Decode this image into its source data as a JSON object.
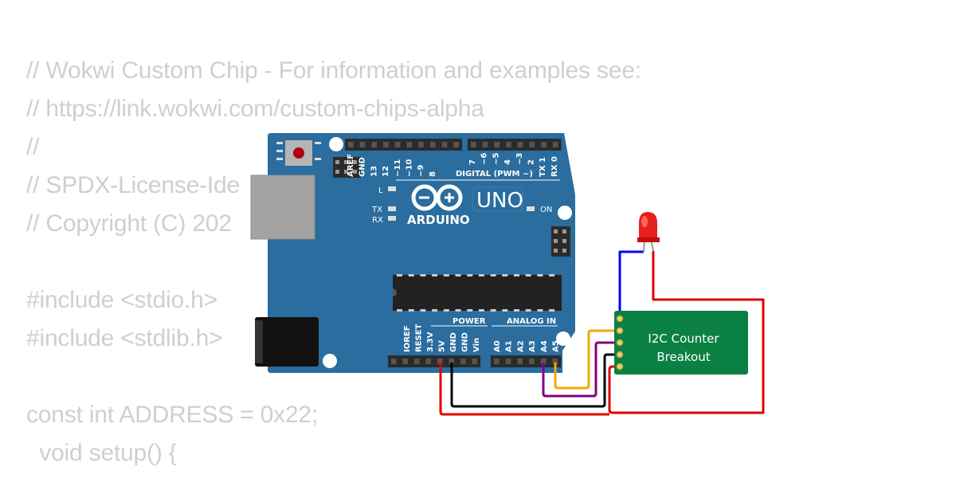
{
  "code_lines": [
    "// Wokwi Custom Chip - For information and examples see:",
    "// https://link.wokwi.com/custom-chips-alpha",
    "//",
    "// SPDX-License-Ide",
    "// Copyright (C) 202",
    "",
    "#include <stdio.h>",
    "#include <stdlib.h>",
    "",
    "const int ADDRESS = 0x22;",
    "  void setup() {"
  ],
  "arduino": {
    "brand": "ARDUINO",
    "model": "UNO",
    "digital_label": "DIGITAL (PWM ~)",
    "power_label": "POWER",
    "analog_label": "ANALOG IN",
    "led_l": "L",
    "led_tx": "TX",
    "led_rx": "RX",
    "led_on": "ON",
    "digital_pins_left": [
      "AREF",
      "GND",
      "13",
      "12",
      "~11",
      "~10",
      "~9",
      "8"
    ],
    "digital_pins_right": [
      "7",
      "~6",
      "~5",
      "4",
      "~3",
      "2",
      "TX 1",
      "RX 0"
    ],
    "power_pins": [
      "IOREF",
      "RESET",
      "3.3V",
      "5V",
      "GND",
      "GND",
      "Vin"
    ],
    "analog_pins": [
      "A0",
      "A1",
      "A2",
      "A3",
      "A4",
      "A5"
    ],
    "board_color": "#2a6d9e"
  },
  "breakout": {
    "line1": "I2C Counter",
    "line2": "Breakout",
    "color": "#0b8043"
  },
  "led": {
    "color": "#e8201a"
  },
  "wires": {
    "blue": "#0000ff",
    "red": "#e00000",
    "orange": "#f6a800",
    "purple": "#800080",
    "black": "#000000"
  }
}
